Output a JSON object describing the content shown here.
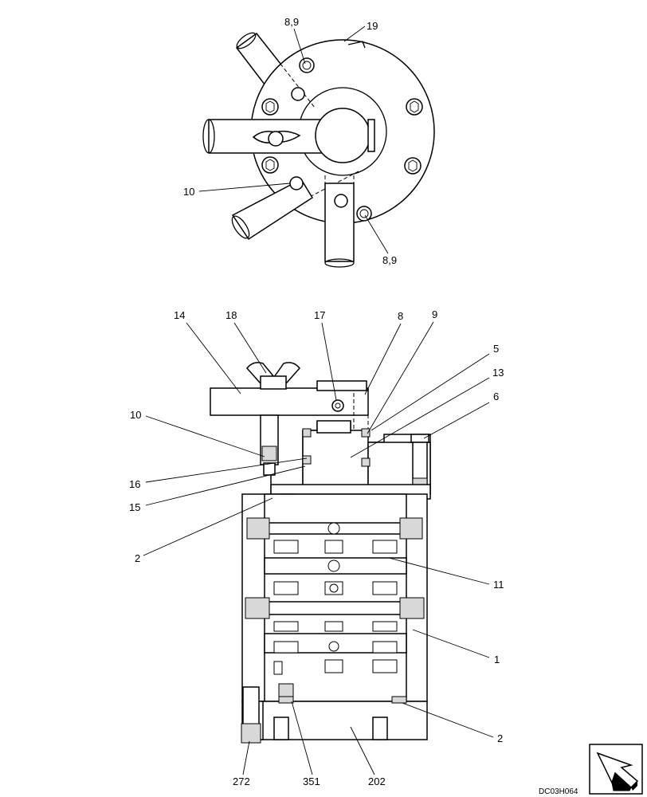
{
  "figure_code": "DC03H064",
  "top_view_callouts": {
    "c1": "8,9",
    "c2": "19",
    "c3": "10",
    "c4": "8,9"
  },
  "side_view_callouts": {
    "c14": "14",
    "c18": "18",
    "c17": "17",
    "c8": "8",
    "c9": "9",
    "c5": "5",
    "c13": "13",
    "c6": "6",
    "c10": "10",
    "c16": "16",
    "c15": "15",
    "c2a": "2",
    "c11": "11",
    "c1": "1",
    "c2b": "2",
    "c272": "272",
    "c351": "351",
    "c202": "202"
  },
  "icons": [
    "arrow-corner-icon"
  ]
}
